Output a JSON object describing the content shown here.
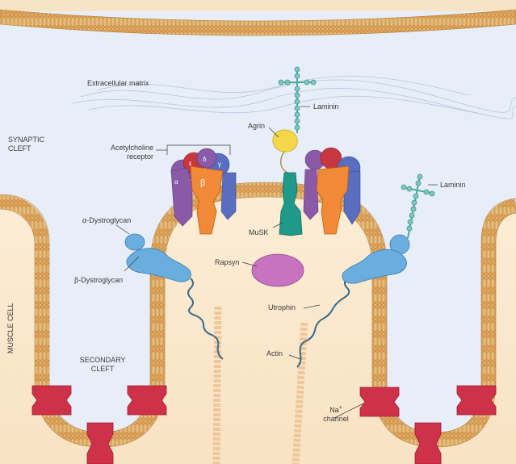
{
  "labels": {
    "extracellular_matrix": "Extracellular matrix",
    "laminin_top": "Laminin",
    "laminin_right": "Laminin",
    "agrin": "Agrin",
    "synaptic_cleft": "SYNAPTIC\nCLEFT",
    "acetylcholine_receptor": "Acetylcholine\nreceptor",
    "alpha_dystroglycan": "α-Dystroglycan",
    "beta_dystroglycan": "β-Dystroglycan",
    "musk": "MuSK",
    "rapsyn": "Rapsyn",
    "utrophin": "Utrophin",
    "actin": "Actin",
    "muscle_cell": "MUSCLE CELL",
    "secondary_cleft": "SECONDARY\nCLEFT",
    "na_channel": "Na",
    "na_channel_sup": "+",
    "na_channel_word": "channel"
  },
  "subunits": {
    "alpha": "α",
    "epsilon": "ε",
    "beta": "β",
    "gamma": "γ",
    "delta": "δ"
  },
  "colors": {
    "cleft_bg": "#e8eef8",
    "cytoplasm": "#fbe9d0",
    "membrane_head": "#e8b464",
    "membrane_tail": "#c98a3a",
    "receptor_orange": "#f08a36",
    "receptor_purple": "#8a5aa8",
    "receptor_red": "#c8373f",
    "receptor_blue": "#5a6ec0",
    "agrin": "#f4d84a",
    "musk": "#1f9a8a",
    "dystroglycan": "#6aaee0",
    "rapsyn": "#c873c0",
    "na_channel": "#d0314a",
    "laminin": "#5fb8b0",
    "actin": "#efc79a",
    "utrophin": "#3a6a88"
  }
}
